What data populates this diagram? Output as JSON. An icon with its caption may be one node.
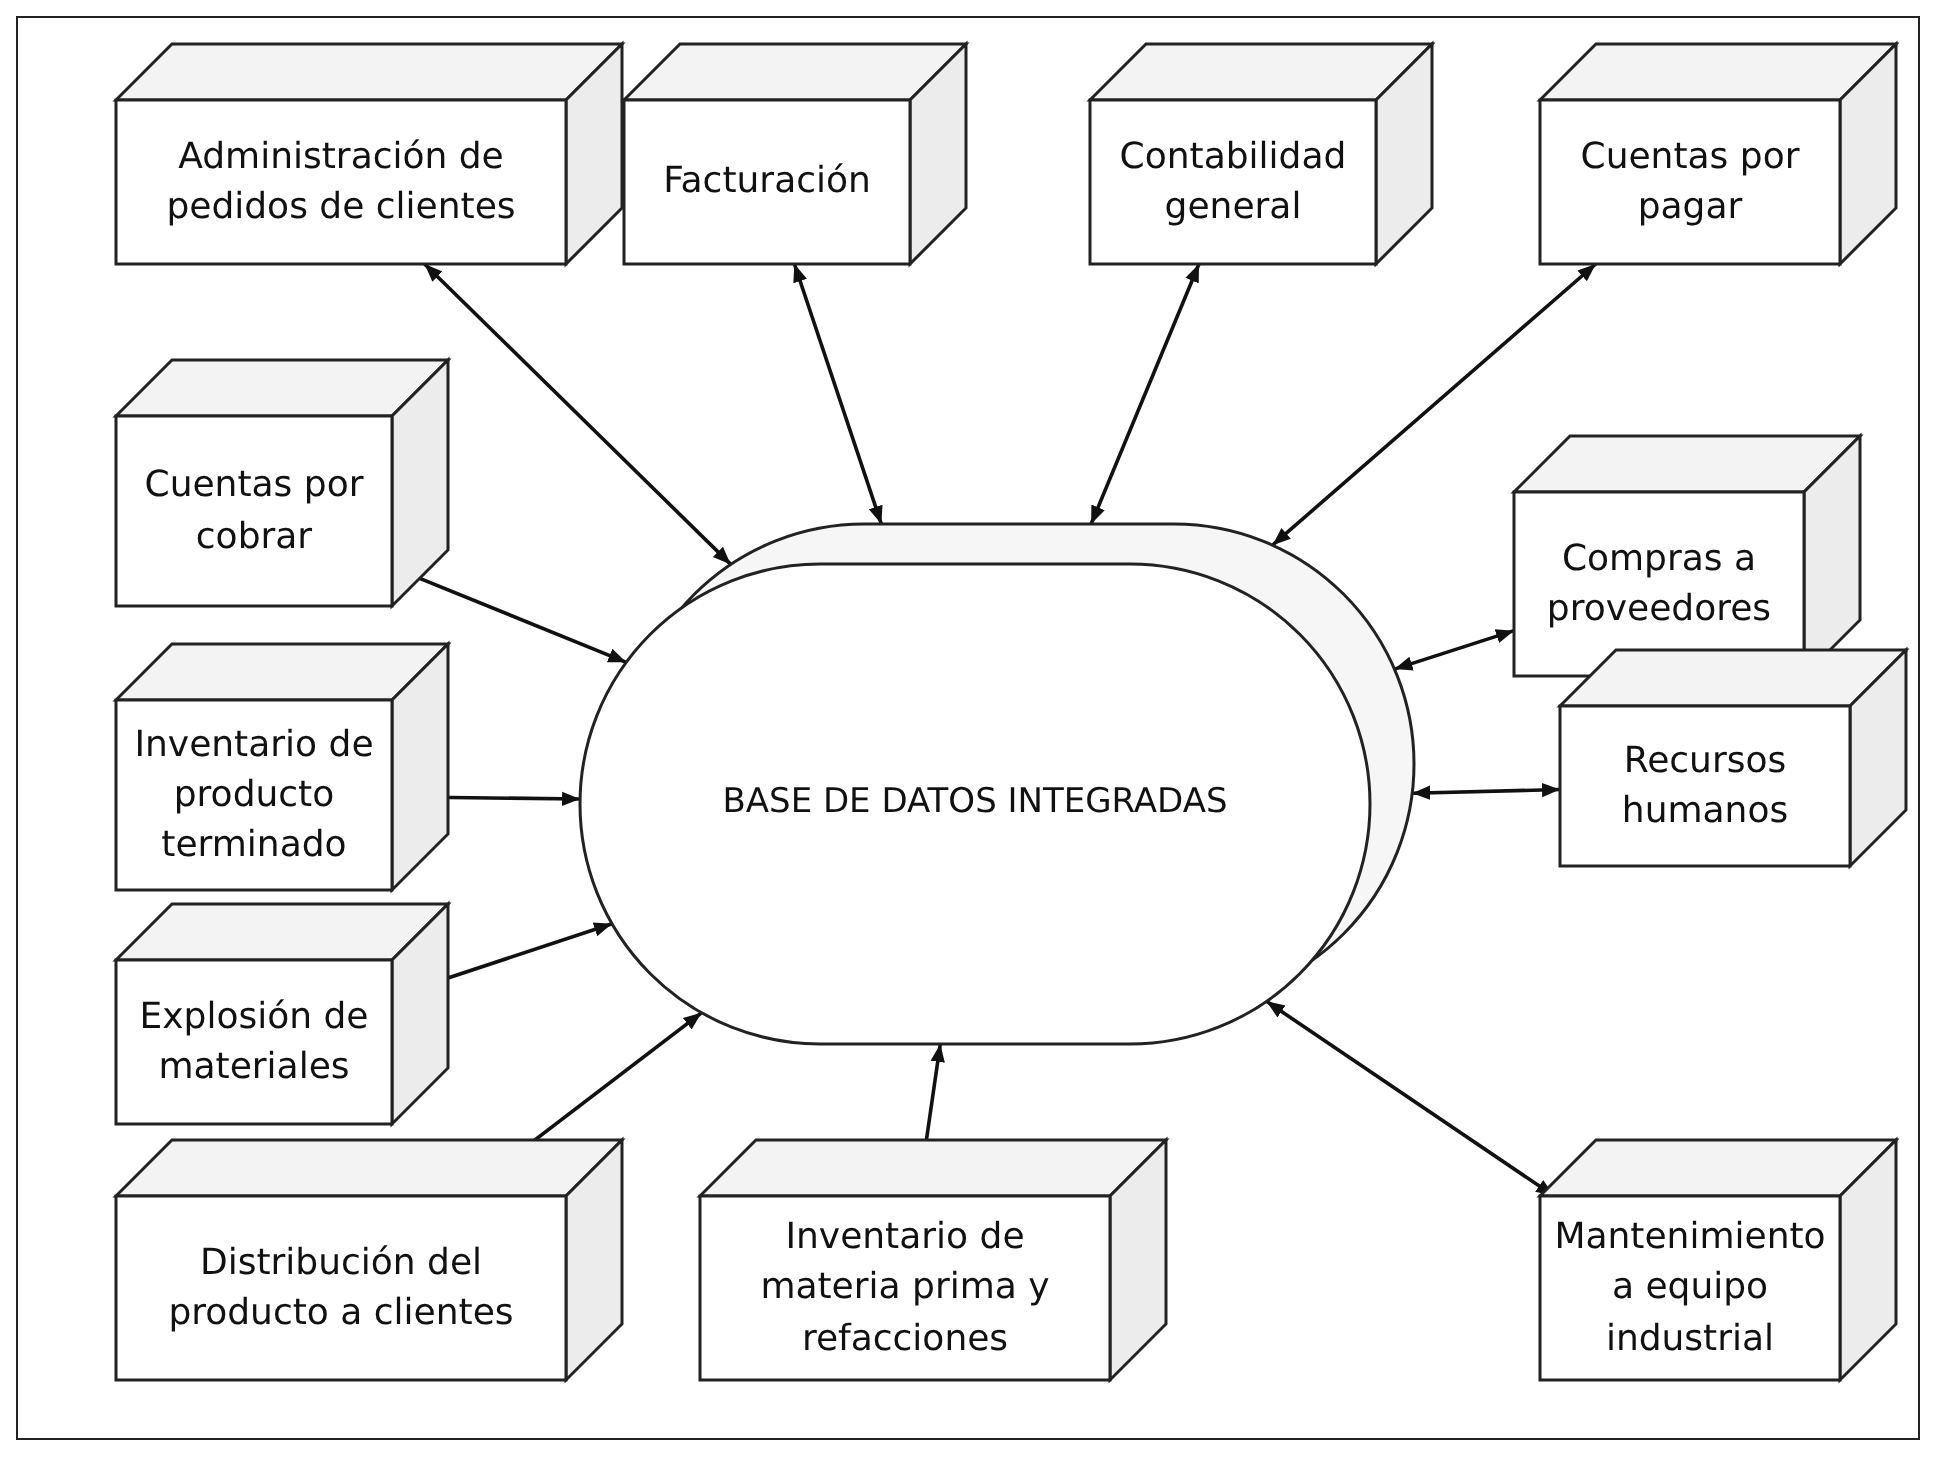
{
  "diagram": {
    "nodes": [
      {
        "text": [
          "Administración de pedidos de clientes"
        ]
      },
      {
        "text": [
          "Facturación"
        ]
      },
      {
        "text": [
          "Contabilidad general"
        ]
      },
      {
        "text": [
          "Cuentas por pagar"
        ]
      },
      {
        "text": [
          "Cuentas por cobrar"
        ]
      },
      {
        "text": [
          "Compras a proveedores"
        ]
      },
      {
        "text": [
          "Inventario de producto terminado"
        ]
      },
      {
        "text": [
          "Explosión de materiales"
        ]
      },
      {
        "text": [
          "Recursos humanos"
        ]
      },
      {
        "text": [
          "Distribución del producto a clientes"
        ]
      },
      {
        "text": [
          "Inventario de materia prima y refacciones"
        ]
      },
      {
        "text": [
          "Mantenimiento a equipo industrial"
        ]
      },
      {
        "text": [
          "BASE DE DATOS INTEGRADAS"
        ]
      }
    ],
    "edges": [
      {
        "from": 0,
        "to": 12,
        "arrow": "both"
      },
      {
        "from": 1,
        "to": 12,
        "arrow": "both"
      },
      {
        "from": 2,
        "to": 12,
        "arrow": "both"
      },
      {
        "from": 3,
        "to": 12,
        "arrow": "both"
      },
      {
        "from": 4,
        "to": 12,
        "arrow": "both"
      },
      {
        "from": 5,
        "to": 12,
        "arrow": "both"
      },
      {
        "from": 6,
        "to": 12,
        "arrow": "both"
      },
      {
        "from": 7,
        "to": 12,
        "arrow": "both"
      },
      {
        "from": 8,
        "to": 12,
        "arrow": "both"
      },
      {
        "from": 9,
        "to": 12,
        "arrow": "both"
      },
      {
        "from": 10,
        "to": 12,
        "arrow": "both"
      },
      {
        "from": 11,
        "to": 12,
        "arrow": "both"
      }
    ]
  }
}
